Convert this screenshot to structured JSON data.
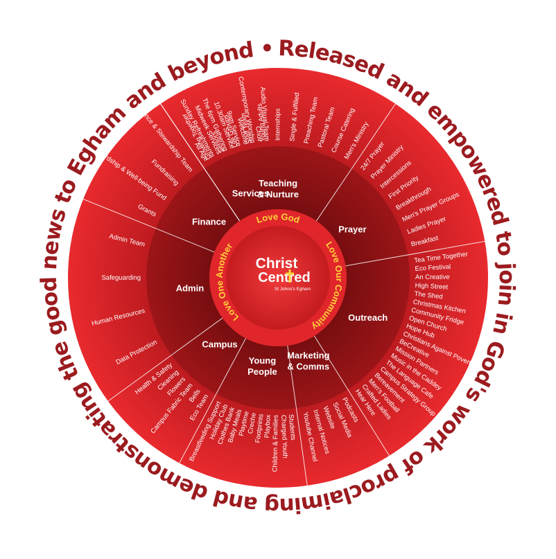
{
  "outer_text": "Released and empowered to join in God's work of proclaiming and demonstrating the good news to Egham and beyond •",
  "center": {
    "title_line1": "Christ",
    "title_line2": "Centred",
    "subtitle": "St Johns's Egham"
  },
  "core": {
    "top": "Love God",
    "right": "Love Our Community",
    "left": "Love One Another"
  },
  "segments": [
    {
      "label": "Teaching\n& Nurture",
      "values": [
        {
          "text": "Growing Together",
          "c": "w"
        },
        {
          "text": "Seniors",
          "c": "y"
        },
        {
          "text": "Life Groups",
          "c": "w"
        },
        {
          "text": "Staff Team",
          "c": "y"
        },
        {
          "text": "Young Adults",
          "c": "w"
        },
        {
          "text": "Internships",
          "c": "y"
        },
        {
          "text": "Single & Fulfilled",
          "c": "y"
        },
        {
          "text": "Preaching Team",
          "c": "w"
        },
        {
          "text": "Pastoral Team",
          "c": "y"
        },
        {
          "text": "Course Catering",
          "c": "w"
        },
        {
          "text": "Men's Ministry",
          "c": "y"
        }
      ]
    },
    {
      "label": "Prayer",
      "values": [
        {
          "text": "24/7 Prayer",
          "c": "y"
        },
        {
          "text": "Prayer Ministry",
          "c": "w"
        },
        {
          "text": "Intercessions",
          "c": "y"
        },
        {
          "text": "First Priority",
          "c": "w"
        },
        {
          "text": "Breakthrough",
          "c": "y"
        },
        {
          "text": "Men's Prayer Groups",
          "c": "y"
        },
        {
          "text": "Ladies Prayer",
          "c": "w"
        },
        {
          "text": "Breakfast",
          "c": "w"
        }
      ]
    },
    {
      "label": "Outreach",
      "values": [
        {
          "text": "Tea Time Together",
          "c": "y"
        },
        {
          "text": "Eco Festival",
          "c": "w"
        },
        {
          "text": "An Creative",
          "c": "y"
        },
        {
          "text": "High Street",
          "c": "w"
        },
        {
          "text": "The Shed",
          "c": "y"
        },
        {
          "text": "Christmas Kitchen",
          "c": "w"
        },
        {
          "text": "Community Fridge",
          "c": "y"
        },
        {
          "text": "Open Church",
          "c": "w"
        },
        {
          "text": "Hope Hub",
          "c": "y"
        },
        {
          "text": "Christians Against Poverty",
          "c": "w"
        },
        {
          "text": "BeCreative",
          "c": "y"
        },
        {
          "text": "Mission Partners",
          "c": "w"
        },
        {
          "text": "Music in the Caddey",
          "c": "y"
        },
        {
          "text": "The Language Cafe",
          "c": "w"
        },
        {
          "text": "Campus Strategy Group",
          "c": "y"
        },
        {
          "text": "Bereavement",
          "c": "w"
        },
        {
          "text": "Men's Football",
          "c": "y"
        },
        {
          "text": "Crafted Ladies",
          "c": "w"
        },
        {
          "text": "Hear Here",
          "c": "y"
        }
      ]
    },
    {
      "label": "Marketing\n& Comms",
      "values": [
        {
          "text": "Podcasts",
          "c": "w"
        },
        {
          "text": "Social Media",
          "c": "y"
        },
        {
          "text": "Website",
          "c": "w"
        },
        {
          "text": "Internal Notices",
          "c": "y"
        },
        {
          "text": "Youtube Channel",
          "c": "w"
        }
      ]
    },
    {
      "label": "Young\nPeople",
      "values": [
        {
          "text": "Students",
          "c": "w"
        },
        {
          "text": "Charged Youth",
          "c": "y"
        },
        {
          "text": "Children & Families",
          "c": "w"
        },
        {
          "text": "Playbox",
          "c": "y"
        },
        {
          "text": "Footprints",
          "c": "w"
        },
        {
          "text": "Creche",
          "c": "y"
        },
        {
          "text": "Playtime",
          "c": "w"
        },
        {
          "text": "Baby Meals",
          "c": "y"
        },
        {
          "text": "Clothes Bank",
          "c": "w"
        },
        {
          "text": "Holiday Club",
          "c": "y"
        },
        {
          "text": "Breastfeeding Support",
          "c": "w"
        }
      ]
    },
    {
      "label": "Campus",
      "values": [
        {
          "text": "Eco Team",
          "c": "y"
        },
        {
          "text": "Bells",
          "c": "w"
        },
        {
          "text": "Campus Fabric Team",
          "c": "y"
        },
        {
          "text": "Flowers",
          "c": "w"
        },
        {
          "text": "Cleaning",
          "c": "y"
        },
        {
          "text": "Health & Safety",
          "c": "w"
        }
      ]
    },
    {
      "label": "Admin",
      "values": [
        {
          "text": "Data Protection",
          "c": "y"
        },
        {
          "text": "Human Resources",
          "c": "w"
        },
        {
          "text": "Safeguarding",
          "c": "y"
        },
        {
          "text": "Admin Team",
          "c": "w"
        }
      ]
    },
    {
      "label": "Finance",
      "values": [
        {
          "text": "Grants",
          "c": "y"
        },
        {
          "text": "Hardship & Well-being Fund",
          "c": "w"
        },
        {
          "text": "Fundraising",
          "c": "y"
        },
        {
          "text": "Finance & Stewardship Team",
          "c": "w"
        }
      ]
    },
    {
      "label": "Services",
      "values": [
        {
          "text": "All Age",
          "c": "y"
        },
        {
          "text": "Sunday Refreshments",
          "c": "w"
        },
        {
          "text": "Midweek Services",
          "c": "y"
        },
        {
          "text": "The 6pm Gathering",
          "c": "w"
        },
        {
          "text": "10.30am Service",
          "c": "y"
        },
        {
          "text": "9am Service",
          "c": "w"
        },
        {
          "text": "Welcome",
          "c": "y"
        },
        {
          "text": "Contemporary Worship",
          "c": "w"
        },
        {
          "text": "Choir",
          "c": "y"
        },
        {
          "text": "Audio Visual Team",
          "c": "w"
        }
      ]
    }
  ],
  "colors": {
    "dark_red": "#8c1414",
    "red": "#e3242b",
    "yellow": "#ffd43b",
    "ring_text": "#9b1b1f"
  }
}
